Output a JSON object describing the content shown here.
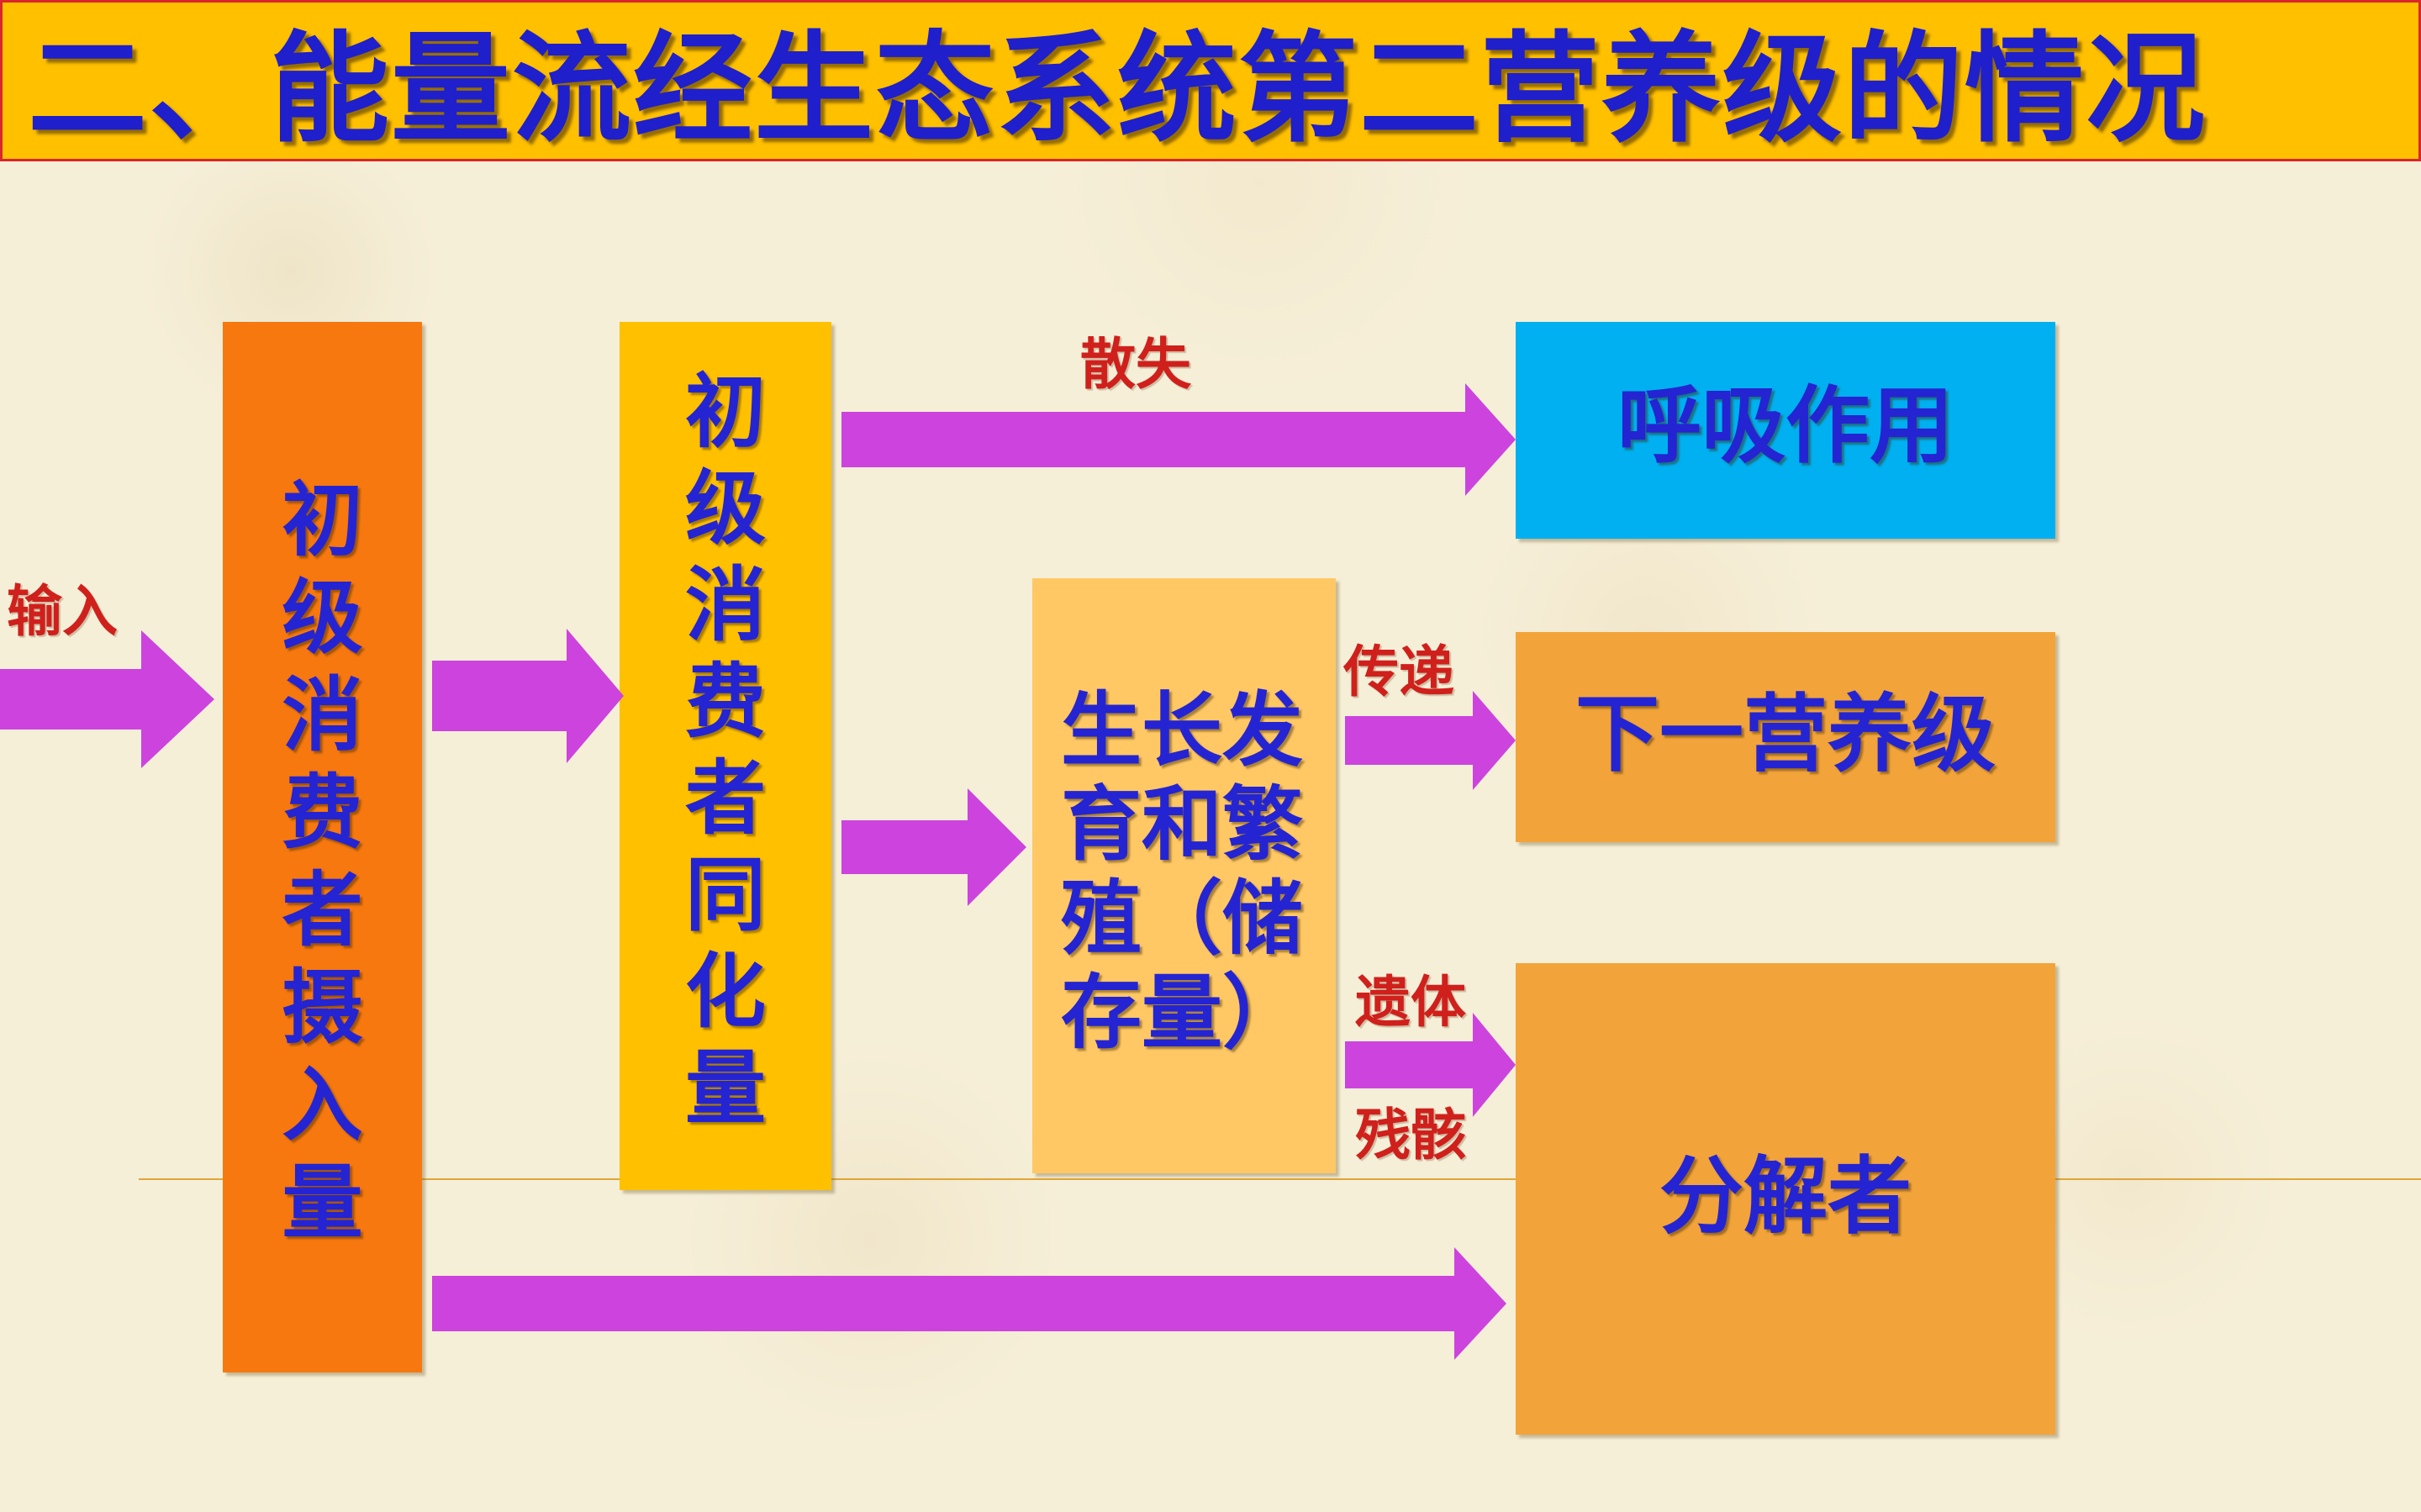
{
  "header": {
    "title": "二、能量流经生态系统第二营养级的情况"
  },
  "diagram": {
    "boxes": {
      "intake": {
        "label": "初级消费者摄入量",
        "color": "#f6780f"
      },
      "assimilation": {
        "label": "初级消费者同化量",
        "color": "#ffc000"
      },
      "growth": {
        "label": "生长发育和繁殖（储存量）",
        "color": "#ffc864"
      },
      "respiration": {
        "label": "呼吸作用",
        "color": "#00b0f0"
      },
      "next_level": {
        "label": "下一营养级",
        "color": "#f2a43a"
      },
      "decomposer": {
        "label": "分解者",
        "color": "#f2a43a"
      }
    },
    "labels": {
      "input": "输入",
      "dissipate": "散失",
      "transfer": "传递",
      "remains_1": "遗体",
      "remains_2": "残骸"
    },
    "colors": {
      "arrow": "#cc44dd",
      "box_text": "#2424d2",
      "label_text": "#d0201c",
      "header_bg": "#ffc000",
      "header_text": "#1f1fcc"
    }
  }
}
